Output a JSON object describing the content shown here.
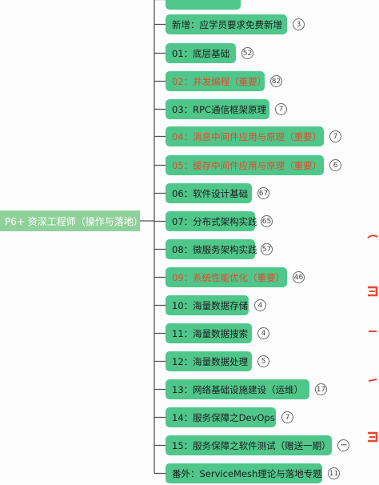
{
  "root": {
    "label": "P6+ 资深工程师（操作与落地）"
  },
  "colors": {
    "node_fill": "#4fc68a",
    "root_fill": "#8fd19b",
    "important_text": "#e8472e",
    "connector": "#555555"
  },
  "nodes": [
    {
      "label": "",
      "badge": "",
      "important": false
    },
    {
      "label": "新增：应学员要求免费新增",
      "badge": "3",
      "important": false
    },
    {
      "label": "01：底层基础",
      "badge": "52",
      "important": false
    },
    {
      "label": "02：并发编程（重要）",
      "badge": "82",
      "important": true
    },
    {
      "label": "03：RPC通信框架原理",
      "badge": "7",
      "important": false
    },
    {
      "label": "04：消息中间件应用与原理（重要）",
      "badge": "7",
      "important": true
    },
    {
      "label": "05：缓存中间件应用与原理（重要）",
      "badge": "6",
      "important": true
    },
    {
      "label": "06：软件设计基础",
      "badge": "67",
      "important": false
    },
    {
      "label": "07：分布式架构实践",
      "badge": "65",
      "important": false
    },
    {
      "label": "08：微服务架构实践",
      "badge": "57",
      "important": false
    },
    {
      "label": "09：系统性能优化（重要）",
      "badge": "46",
      "important": true
    },
    {
      "label": "10：海量数据存储",
      "badge": "4",
      "important": false
    },
    {
      "label": "11：海量数据搜索",
      "badge": "4",
      "important": false
    },
    {
      "label": "12：海量数据处理",
      "badge": "5",
      "important": false
    },
    {
      "label": "13：网络基础设施建设（运维）",
      "badge": "17",
      "important": false
    },
    {
      "label": "14：服务保障之DevOps",
      "badge": "7",
      "important": false
    },
    {
      "label": "15：服务保障之软件测试（赠送一期）",
      "badge": "···",
      "important": false
    },
    {
      "label": "番外：ServiceMesh理论与落地专题",
      "badge": "11",
      "important": false
    }
  ]
}
